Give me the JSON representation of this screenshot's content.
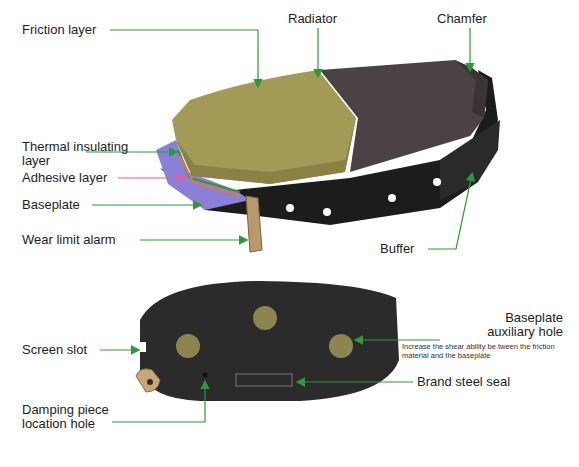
{
  "diagram": {
    "labels": [
      "Friction layer",
      "Radiator",
      "Chamfer",
      "Thermal insulating layer",
      "Adhesive layer",
      "Baseplate",
      "Wear limit alarm",
      "Buffer",
      "Screen slot",
      "Baseplate auxiliary hole",
      "Increase the shear ability be tween the friction material and the baseplate",
      "Brand steel seal",
      "Damping piece location hole"
    ]
  }
}
